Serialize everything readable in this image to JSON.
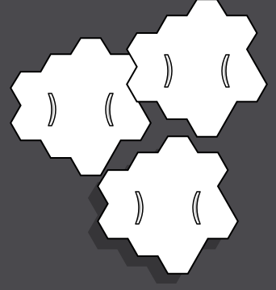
{
  "scene": {
    "background_color": "#4a494d",
    "shadow_color": "#363538",
    "piece_fill": "#ffffff",
    "piece_stroke": "#000000",
    "bracket_shading": "#c8c8c8"
  },
  "pieces": [
    {
      "name": "puzzle-piece-left",
      "left_icon": "left-bracket-icon",
      "right_icon": "right-bracket-icon",
      "has_shadow": false
    },
    {
      "name": "puzzle-piece-top-right",
      "left_icon": "left-bracket-icon",
      "right_icon": "right-bracket-icon",
      "has_shadow": false
    },
    {
      "name": "puzzle-piece-bottom",
      "left_icon": "left-bracket-icon",
      "right_icon": "right-bracket-icon",
      "has_shadow": true
    }
  ]
}
